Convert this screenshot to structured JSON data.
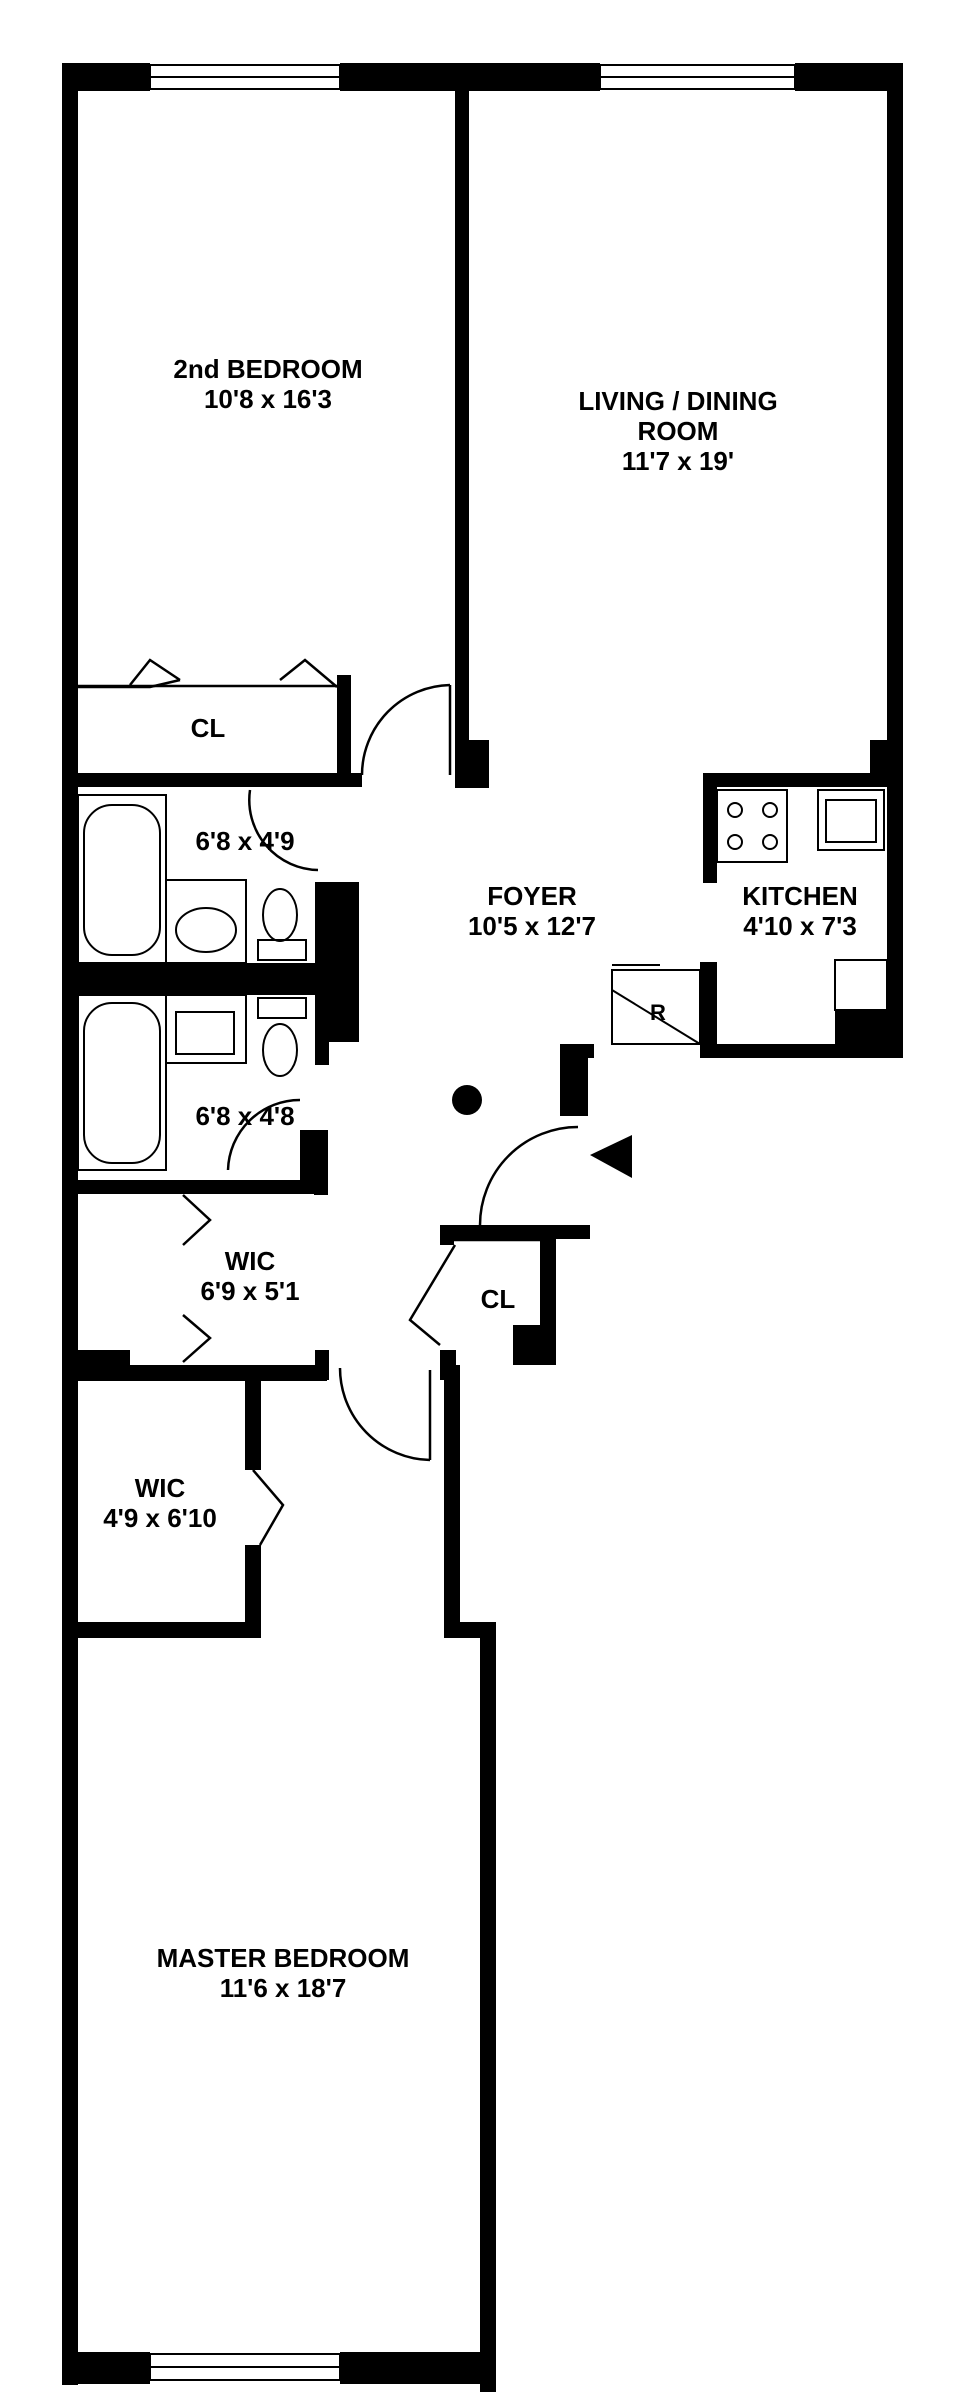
{
  "rooms": {
    "second_bedroom": {
      "name": "2nd BEDROOM",
      "dims": "10'8 x 16'3"
    },
    "closet_top": {
      "name": "CL"
    },
    "living_dining": {
      "name_line1": "LIVING / DINING",
      "name_line2": "ROOM",
      "dims": "11'7 x 19'"
    },
    "bath_upper": {
      "dims": "6'8 x 4'9"
    },
    "bath_lower": {
      "dims": "6'8 x 4'8"
    },
    "foyer": {
      "name": "FOYER",
      "dims": "10'5 x 12'7"
    },
    "kitchen": {
      "name": "KITCHEN",
      "dims": "4'10 x 7'3"
    },
    "refrigerator": {
      "name": "R"
    },
    "wic_upper": {
      "name": "WIC",
      "dims": "6'9 x 5'1"
    },
    "closet_entry": {
      "name": "CL"
    },
    "wic_lower": {
      "name": "WIC",
      "dims": "4'9 x 6'10"
    },
    "master_bedroom": {
      "name": "MASTER BEDROOM",
      "dims": "11'6 x 18'7"
    }
  },
  "colors": {
    "wall": "#000000",
    "background": "#ffffff"
  }
}
